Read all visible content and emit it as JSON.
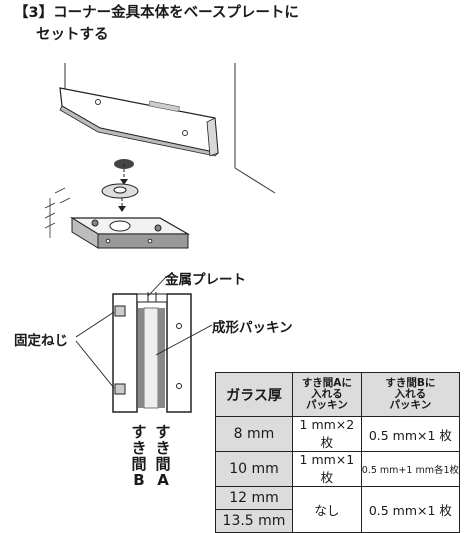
{
  "heading": {
    "line1": "【3】コーナー金具本体をベースプレートに",
    "line2": "セットする"
  },
  "labels": {
    "base_plate": "金属プレート",
    "fixing_screw": "固定ねじ",
    "molded_packing": "成形パッキン",
    "gap_b": [
      "す",
      "き",
      "間",
      "B"
    ],
    "gap_a": [
      "す",
      "き",
      "間",
      "A"
    ]
  },
  "table": {
    "headers": [
      "ガラス厚",
      "すき間Aに入れるパッキン",
      "すき間Bに入れるパッキン"
    ],
    "header_lines_a": [
      "すき間Aに",
      "入れる",
      "パッキン"
    ],
    "header_lines_b": [
      "すき間Bに",
      "入れる",
      "パッキン"
    ],
    "rows": [
      {
        "thickness": "8 mm",
        "a": "1 mm×2 枚",
        "b": "0.5 mm×1 枚"
      },
      {
        "thickness": "10 mm",
        "a": "1 mm×1 枚",
        "b": "0.5 mm+1 mm各1枚"
      },
      {
        "thickness": "12 mm"
      },
      {
        "thickness": "13.5 mm"
      }
    ],
    "merged_a": "なし",
    "merged_b": "0.5 mm×1 枚"
  }
}
